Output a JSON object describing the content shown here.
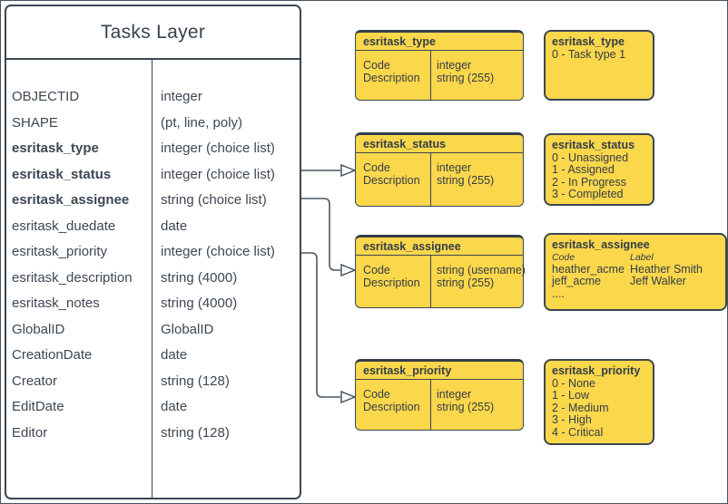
{
  "colors": {
    "yellow": "#FBD74B",
    "ink": "#3c4652",
    "wire": "#4d5765",
    "background": "#ffffff"
  },
  "tasks_layer": {
    "title": "Tasks Layer",
    "fields": [
      {
        "name": "OBJECTID",
        "type": "integer",
        "bold": false
      },
      {
        "name": "SHAPE",
        "type": "(pt, line, poly)",
        "bold": false
      },
      {
        "name": "esritask_type",
        "type": "integer (choice list)",
        "bold": true
      },
      {
        "name": "esritask_status",
        "type": "integer (choice list)",
        "bold": true
      },
      {
        "name": "esritask_assignee",
        "type": "string (choice list)",
        "bold": true
      },
      {
        "name": "esritask_duedate",
        "type": "date",
        "bold": false
      },
      {
        "name": "esritask_priority",
        "type": "integer (choice list)",
        "bold": false
      },
      {
        "name": "esritask_description",
        "type": "string (4000)",
        "bold": false
      },
      {
        "name": "esritask_notes",
        "type": "string (4000)",
        "bold": false
      },
      {
        "name": "GlobalID",
        "type": "GlobalID",
        "bold": false
      },
      {
        "name": "CreationDate",
        "type": "date",
        "bold": false
      },
      {
        "name": "Creator",
        "type": "string (128)",
        "bold": false
      },
      {
        "name": "EditDate",
        "type": "date",
        "bold": false
      },
      {
        "name": "Editor",
        "type": "string (128)",
        "bold": false
      }
    ]
  },
  "field_tables": [
    {
      "key": "type",
      "title": "esritask_type",
      "rows": [
        {
          "name": "Code",
          "type": "integer"
        },
        {
          "name": "Description",
          "type": "string (255)"
        }
      ]
    },
    {
      "key": "status",
      "title": "esritask_status",
      "rows": [
        {
          "name": "Code",
          "type": "integer"
        },
        {
          "name": "Description",
          "type": "string (255)"
        }
      ]
    },
    {
      "key": "assignee",
      "title": "esritask_assignee",
      "rows": [
        {
          "name": "Code",
          "type": "string  (username)"
        },
        {
          "name": "Description",
          "type": "string (255)"
        }
      ]
    },
    {
      "key": "priority",
      "title": "esritask_priority",
      "rows": [
        {
          "name": "Code",
          "type": "integer"
        },
        {
          "name": "Description",
          "type": "string (255)"
        }
      ]
    }
  ],
  "domain_boxes": [
    {
      "key": "type",
      "title": "esritask_type",
      "items": [
        "0 - Task type 1"
      ]
    },
    {
      "key": "status",
      "title": "esritask_status",
      "items": [
        "0 - Unassigned",
        "1 - Assigned",
        "2 - In Progress",
        "3 - Completed"
      ]
    },
    {
      "key": "assignee",
      "title": "esritask_assignee",
      "columns": [
        "Code",
        "Label"
      ],
      "rows": [
        [
          "heather_acme",
          "Heather Smith"
        ],
        [
          "jeff_acme",
          "Jeff Walker"
        ]
      ],
      "more": "...."
    },
    {
      "key": "priority",
      "title": "esritask_priority",
      "items": [
        "0 - None",
        "1 - Low",
        "2 - Medium",
        "3 - High",
        "4 - Critical"
      ]
    }
  ]
}
